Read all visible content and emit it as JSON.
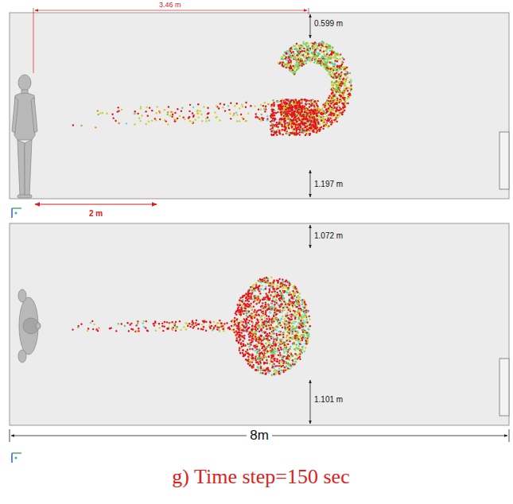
{
  "diagram": {
    "caption": "g) Time step=150 sec",
    "labels": [
      "3.46 m",
      "0.599 m",
      "1.197 m",
      "2 m",
      "1.072 m",
      "1.101 m",
      "8m"
    ]
  }
}
